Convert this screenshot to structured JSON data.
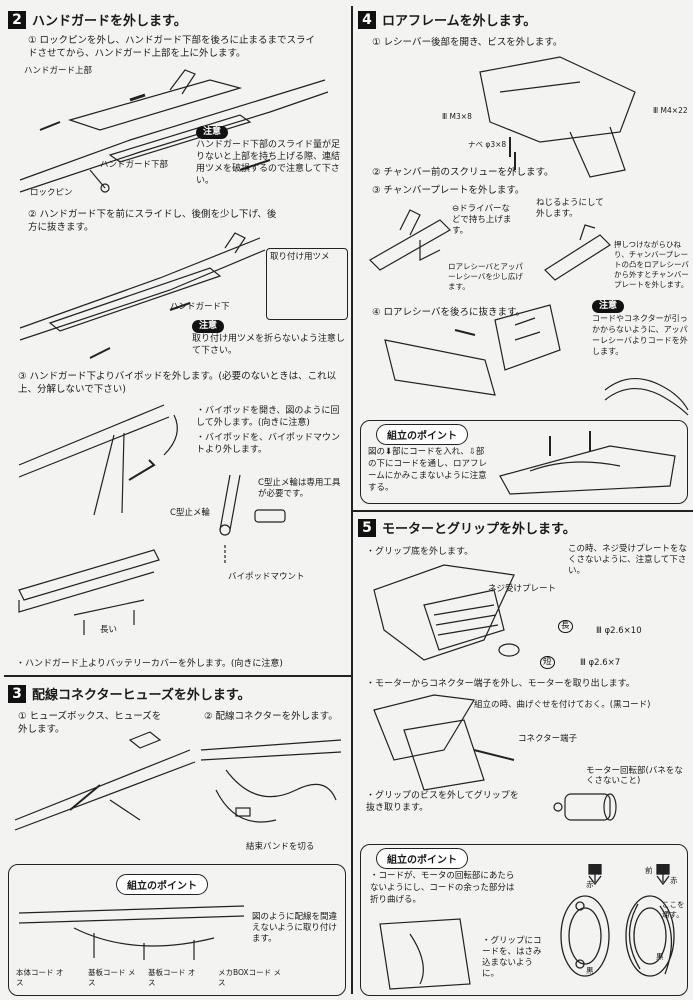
{
  "s2": {
    "num": "2",
    "title": "ハンドガードを外します。",
    "step1": "① ロックピンを外し、ハンドガード下部を後ろに止まるまでスライドさせてから、ハンドガード上部を上に外します。",
    "lbl_upper": "ハンドガード上部",
    "lbl_lower": "ハンドガード下部",
    "lbl_lockpin": "ロックピン",
    "caution": "注意",
    "caution1": "ハンドガード下部のスライド量が足りないと上部を持ち上げる際、連結用ツメを破損するので注意して下さい。",
    "step2": "② ハンドガード下を前にスライドし、後側を少し下げ、後方に抜きます。",
    "lbl_tsume": "取り付け用ツメ",
    "lbl_handguard_lower": "ハンドガード下",
    "caution2": "取り付け用ツメを折らないよう注意して下さい。",
    "step3": "③ ハンドガード下よりバイポッドを外します。(必要のないときは、これ以上、分解しないで下さい)",
    "b1": "・バイポッドを開き、図のように回して外します。(向きに注意)",
    "b2": "・バイポッドを、バイポッドマウントより外します。",
    "lbl_cring": "C型止メ輪",
    "lbl_cring_note": "C型止メ輪は専用工具が必要です。",
    "lbl_mount": "バイポッドマウント",
    "lbl_long": "長い",
    "note_battery": "・ハンドガード上よりバッテリーカバーを外します。(向きに注意)"
  },
  "s3": {
    "num": "3",
    "title": "配線コネクターヒューズを外します。",
    "step1": "① ヒューズボックス、ヒューズを外します。",
    "step2": "② 配線コネクターを外します。",
    "lbl_band": "結束バンドを切る",
    "point": "組立のポイント",
    "point_text": "図のように配線を間違えないように取り付けます。",
    "lbl_a": "本体コード オス",
    "lbl_b": "基板コード メス",
    "lbl_c": "基板コード オス",
    "lbl_d": "メカBOXコード メス"
  },
  "s4": {
    "num": "4",
    "title": "ロアフレームを外します。",
    "step1": "① レシーバー後部を開き、ビスを外します。",
    "lbl_m3": "Ⅲ M3×8",
    "lbl_m4": "Ⅲ M4×22",
    "lbl_nabe": "ナベ φ3×8",
    "step2": "② チャンバー前のスクリューを外します。",
    "step3": "③ チャンバープレートを外します。",
    "lbl_driver": "⊖ドライバーなどで持ち上げます。",
    "lbl_twist": "ねじるようにして外します。",
    "lbl_lower_upper": "ロアレシーバとアッパーレシーバを少し広げます。",
    "lbl_press": "押しつけながらひねり、チャンバープレートの凸をロアレシーバから外すとチャンバープレートを外します。",
    "step4": "④ ロアレシーバを後ろに抜きます。",
    "caution": "注意",
    "caution_text": "コードやコネクターが引っかからないように、アッパーレシーバよりコードを外します。",
    "point": "組立のポイント",
    "point_text": "図の⬇部にコードを入れ、⇩部の下にコードを通し、ロアフレームにかみこまないように注意する。"
  },
  "s5": {
    "num": "5",
    "title": "モーターとグリップを外します。",
    "b1": "・グリップ底を外します。",
    "note_plate": "この時、ネジ受けプレートをなくさないように、注意して下さい。",
    "lbl_plate": "ネジ受けプレート",
    "lbl_long": "長",
    "lbl_short": "短",
    "lbl_screw1": "Ⅲ φ2.6×10",
    "lbl_screw2": "Ⅲ φ2.6×7",
    "b2": "・モーターからコネクター端子を外し、モーターを取り出します。",
    "lbl_bend": "組立の時、曲げぐせを付けておく。(黒コード)",
    "lbl_terminal": "コネクター端子",
    "lbl_rotor": "モーター回転部(バネをなくさないこと)",
    "b3": "・グリップのビスを外してグリップを抜き取ります。",
    "point": "組立のポイント",
    "point_text": "・コードが、モータの回転部にあたらないようにし、コードの余った部分は折り曲げる。",
    "lbl_red": "赤",
    "lbl_black": "黒",
    "lbl_front": "前",
    "lbl_here": "ここを通す。",
    "grip_note": "・グリップにコードを、はさみ込まないように。"
  }
}
